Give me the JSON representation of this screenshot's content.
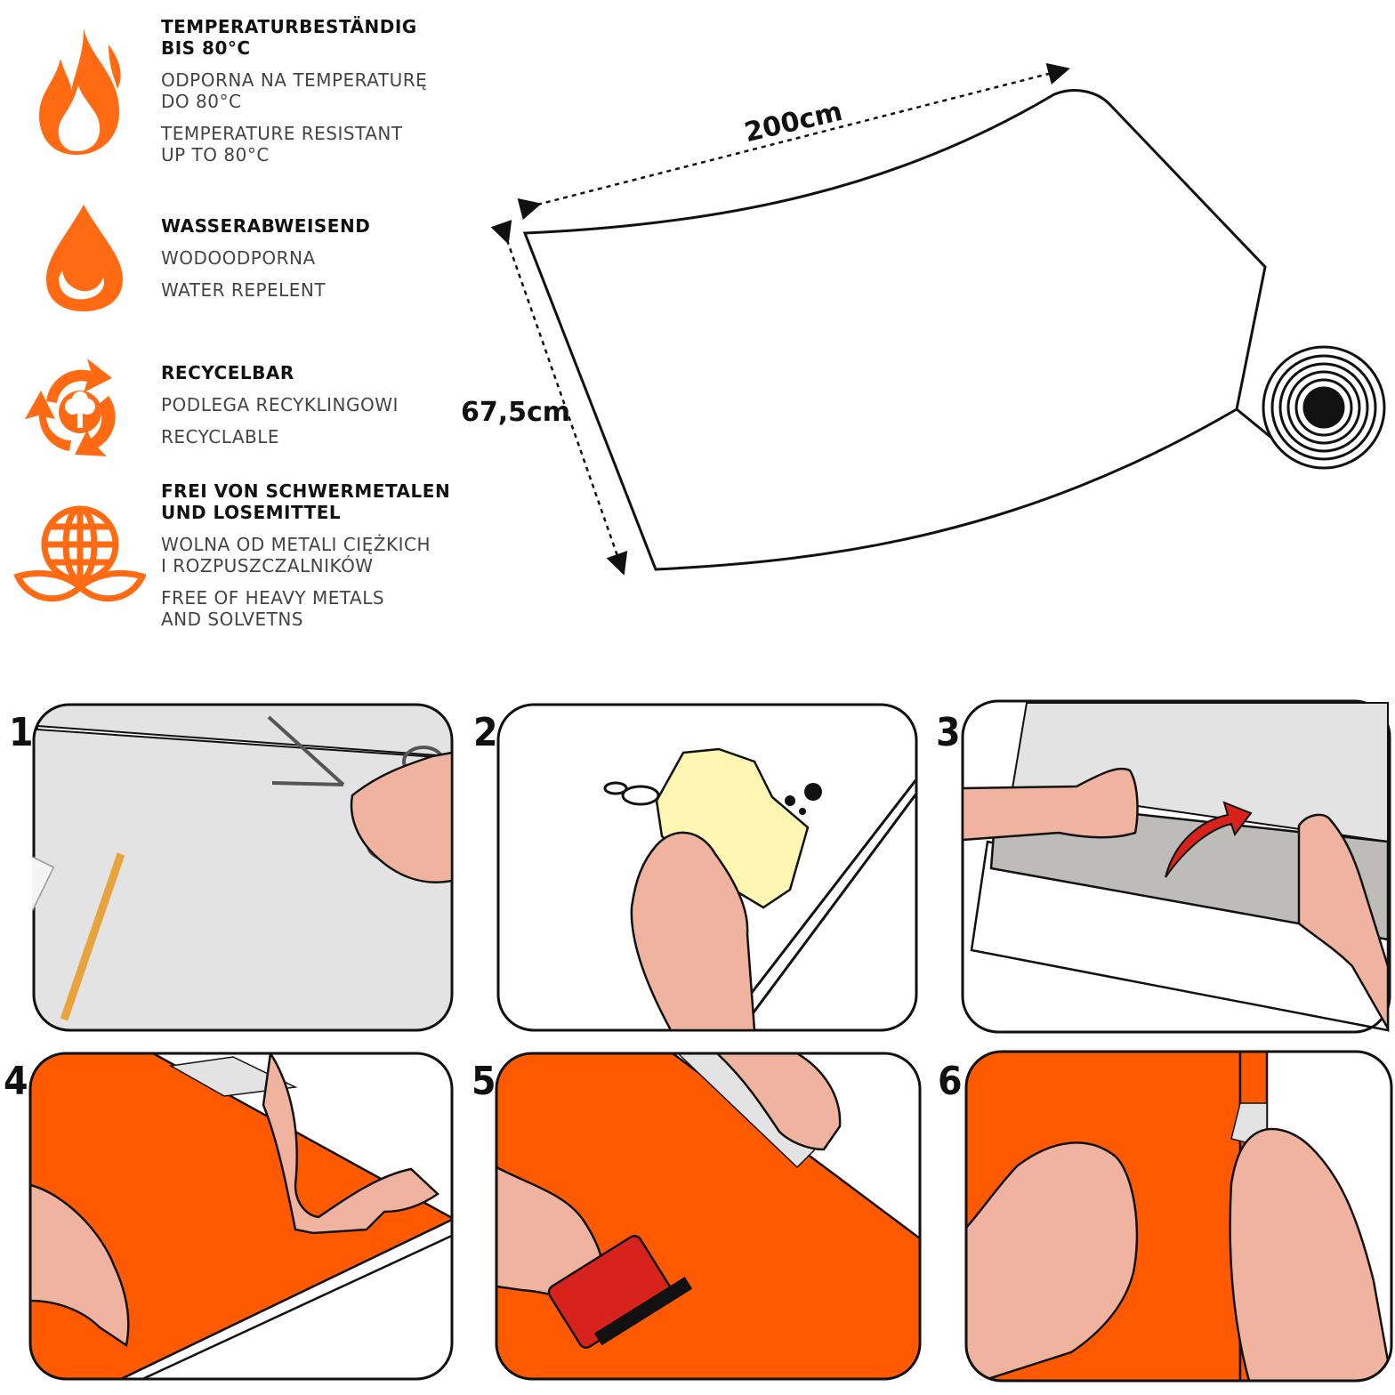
{
  "colors": {
    "accent": "#ff6a13",
    "film": "#ff5a00",
    "skin": "#f0b3a0",
    "surface": "#e3e3e3"
  },
  "features": [
    {
      "icon": "flame-icon",
      "de": "TEMPERATURBESTÄNDIG\nBIS 80°C",
      "pl": "ODPORNA NA TEMPERATURĘ\nDO 80°C",
      "en": "TEMPERATURE RESISTANT\nUP TO 80°C"
    },
    {
      "icon": "water-drop-icon",
      "de": "WASSERABWEISEND",
      "pl": "WODOODPORNA",
      "en": "WATER REPELENT"
    },
    {
      "icon": "recycle-tree-icon",
      "de": "RECYCELBAR",
      "pl": "PODLEGA RECYKLINGOWI",
      "en": "RECYCLABLE"
    },
    {
      "icon": "globe-leaf-icon",
      "de": "FREI VON SCHWERMETALEN\nUND LOSEMITTEL",
      "pl": "WOLNA OD METALI CIĘŻKICH\nI ROZPUSZCZALNIKÓW",
      "en": "FREE OF HEAVY METALS\nAND SOLVETNS"
    }
  ],
  "roll": {
    "length_label": "200cm",
    "width_label": "67,5cm"
  },
  "steps": [
    "1",
    "2",
    "3",
    "4",
    "5",
    "6"
  ]
}
